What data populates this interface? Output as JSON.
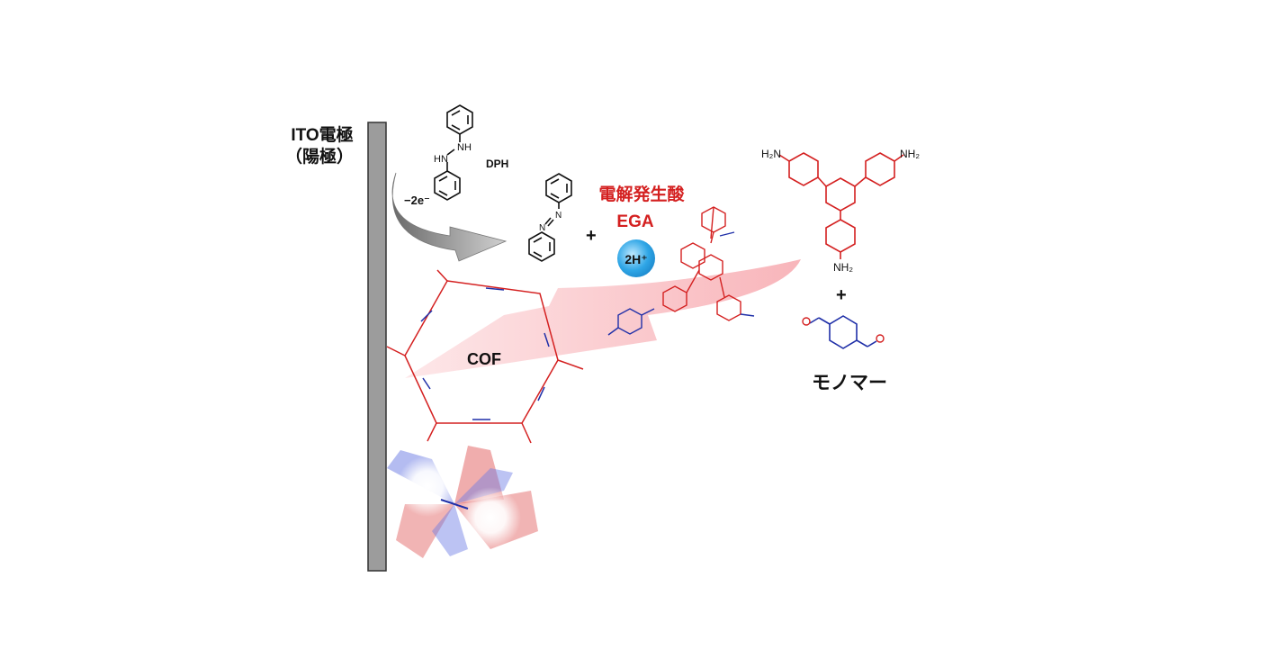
{
  "electrode": {
    "label_line1": "ITO電極",
    "label_line2": "（陽極）"
  },
  "dph": {
    "label": "DPH",
    "hn": "HN",
    "nh": "NH"
  },
  "oxidation": {
    "label": "−2e⁻"
  },
  "azo": {
    "n1": "N",
    "n2": "N"
  },
  "plus1": "+",
  "egа_placeholder": "",
  "ega": {
    "title_jp": "電解発生酸",
    "title_en": "EGA",
    "proton": "2H⁺"
  },
  "cof": {
    "label": "COF"
  },
  "monomer": {
    "nh2_left": "H₂N",
    "nh2_right": "NH₂",
    "nh2_bottom": "NH₂",
    "plus": "+",
    "label": "モノマー"
  },
  "colors": {
    "red": "#d42020",
    "blue": "#1f2fa8",
    "black": "#111111",
    "electrode_fill": "#9c9c9c",
    "pink_arrow": "#f6b9bd",
    "proton_blue": "#2fa6e6"
  }
}
